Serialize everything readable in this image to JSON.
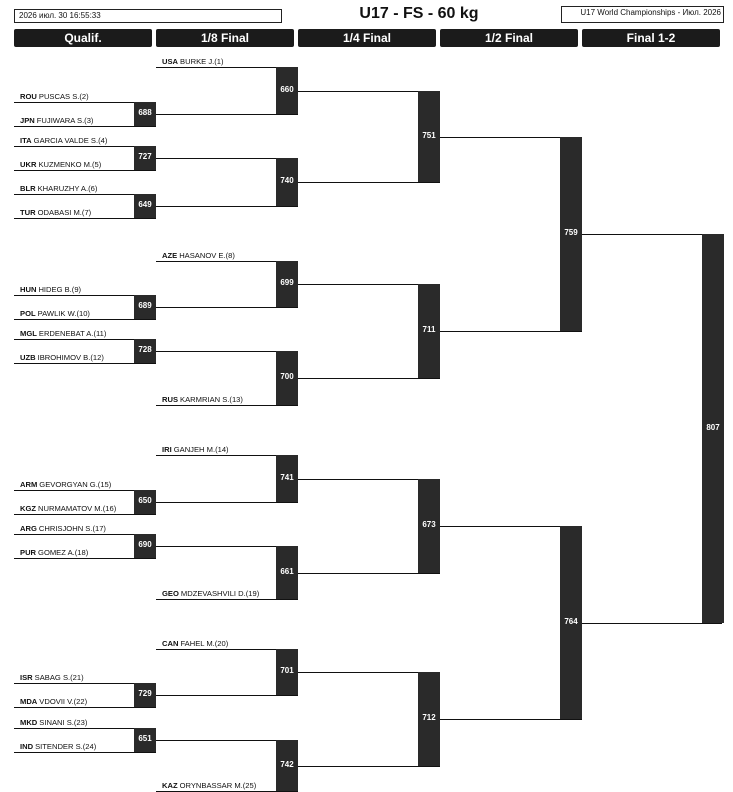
{
  "header": {
    "datetime": "2026 июл. 30 16:55:33",
    "title": "U17 - FS - 60 kg",
    "event": "U17 World Championships - Июл. 2026"
  },
  "rounds": [
    "Qualif.",
    "1/8 Final",
    "1/4 Final",
    "1/2 Final",
    "Final 1-2"
  ],
  "competitors": [
    {
      "country": "USA",
      "name": "BURKE J.(1)"
    },
    {
      "country": "ROU",
      "name": "PUSCAS S.(2)"
    },
    {
      "country": "JPN",
      "name": "FUJIWARA S.(3)"
    },
    {
      "country": "ITA",
      "name": "GARCIA VALDE S.(4)"
    },
    {
      "country": "UKR",
      "name": "KUZMENKO M.(5)"
    },
    {
      "country": "BLR",
      "name": "KHARUZHY A.(6)"
    },
    {
      "country": "TUR",
      "name": "ODABASI M.(7)"
    },
    {
      "country": "AZE",
      "name": "HASANOV E.(8)"
    },
    {
      "country": "HUN",
      "name": "HIDEG B.(9)"
    },
    {
      "country": "POL",
      "name": "PAWLIK W.(10)"
    },
    {
      "country": "MGL",
      "name": "ERDENEBAT A.(11)"
    },
    {
      "country": "UZB",
      "name": "IBROHIMOV B.(12)"
    },
    {
      "country": "RUS",
      "name": "KARMRIAN S.(13)"
    },
    {
      "country": "IRI",
      "name": "GANJEH M.(14)"
    },
    {
      "country": "ARM",
      "name": "GEVORGYAN G.(15)"
    },
    {
      "country": "KGZ",
      "name": "NURMAMATOV M.(16)"
    },
    {
      "country": "ARG",
      "name": "CHRISJOHN S.(17)"
    },
    {
      "country": "PUR",
      "name": "GOMEZ A.(18)"
    },
    {
      "country": "GEO",
      "name": "MDZEVASHVILI D.(19)"
    },
    {
      "country": "CAN",
      "name": "FAHEL M.(20)"
    },
    {
      "country": "ISR",
      "name": "SABAG S.(21)"
    },
    {
      "country": "MDA",
      "name": "VDOVII V.(22)"
    },
    {
      "country": "MKD",
      "name": "SINANI S.(23)"
    },
    {
      "country": "IND",
      "name": "SITENDER S.(24)"
    },
    {
      "country": "KAZ",
      "name": "ORYNBASSAR M.(25)"
    }
  ],
  "matches": {
    "qualif": [
      "688",
      "727",
      "649",
      "689",
      "728",
      "650",
      "690",
      "729",
      "651"
    ],
    "r16": [
      "660",
      "740",
      "699",
      "700",
      "741",
      "661",
      "701",
      "742"
    ],
    "qf": [
      "751",
      "711",
      "673",
      "712"
    ],
    "sf": [
      "759",
      "764"
    ],
    "final": [
      "807"
    ]
  }
}
